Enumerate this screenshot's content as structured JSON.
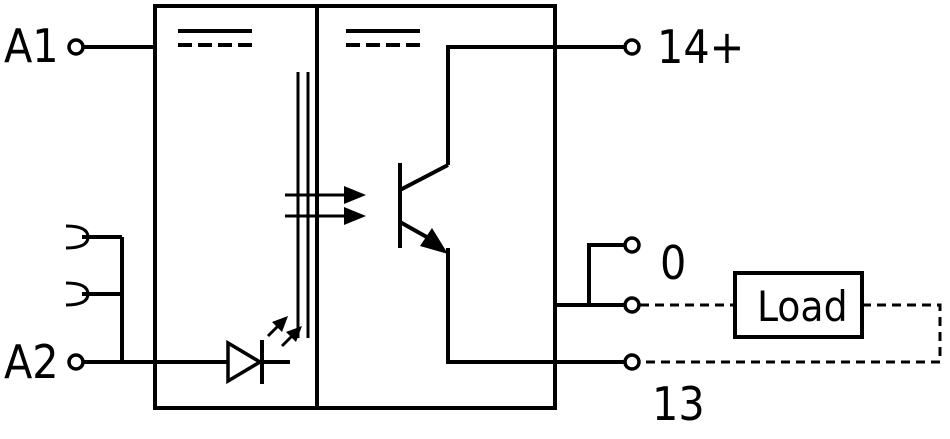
{
  "terminals": {
    "a1": "A1",
    "a2": "A2",
    "t14": "14+",
    "t0": "0",
    "t13": "13"
  },
  "load_label": "Load",
  "colors": {
    "line": "#000000",
    "background": "#ffffff"
  }
}
